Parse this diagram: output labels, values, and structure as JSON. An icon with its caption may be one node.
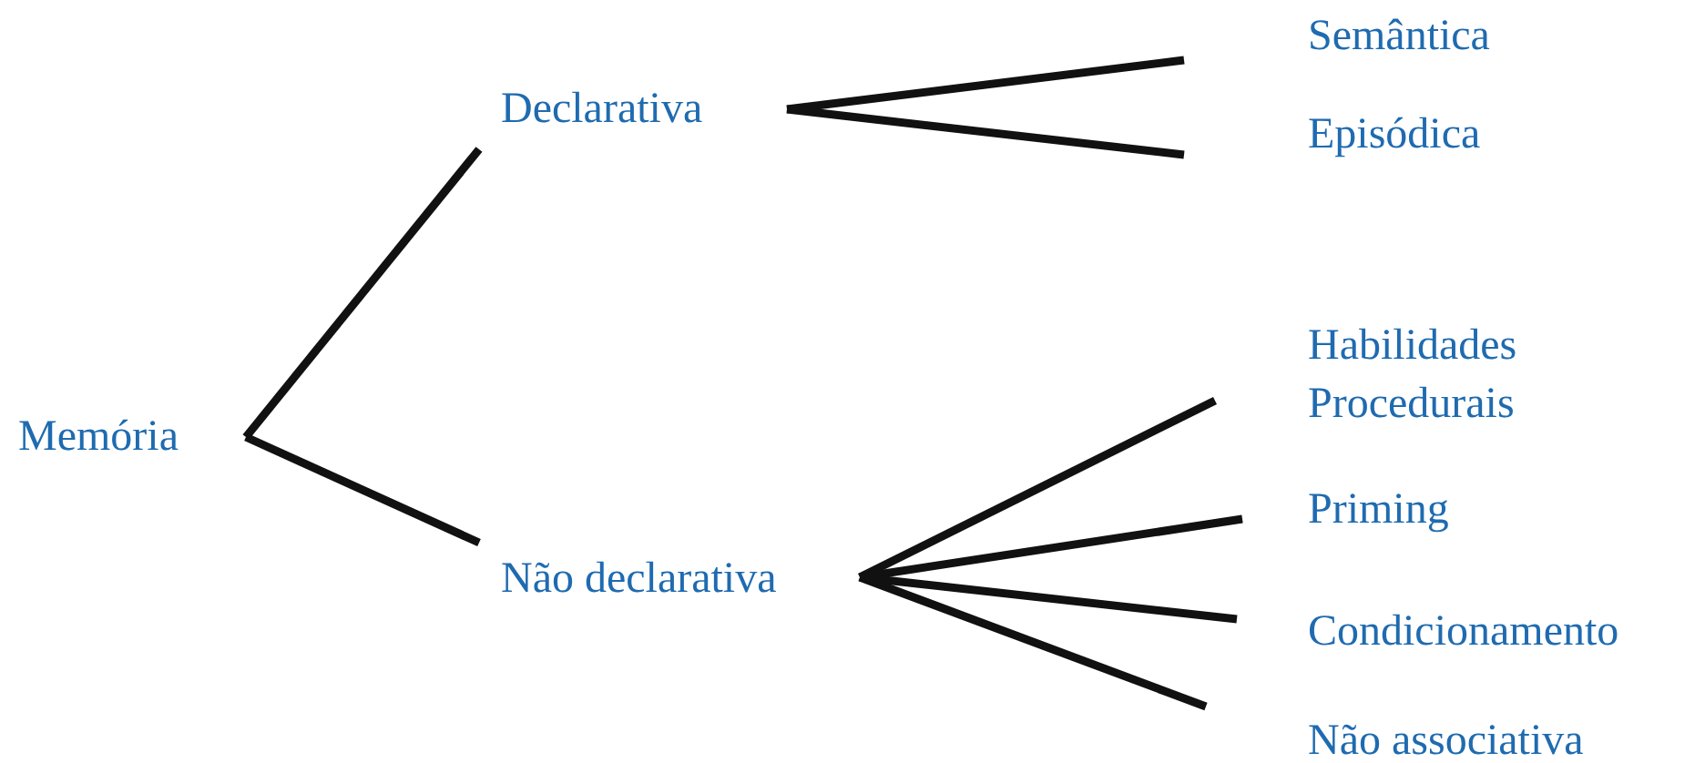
{
  "diagram": {
    "nodes": [
      {
        "text": [
          "Memória"
        ]
      },
      {
        "text": [
          "Declarativa"
        ]
      },
      {
        "text": [
          "Não declarativa"
        ]
      },
      {
        "text": [
          "Semântica"
        ]
      },
      {
        "text": [
          "Episódica"
        ]
      },
      {
        "text": [
          "Habilidades Procedurais"
        ]
      },
      {
        "text": [
          "Priming"
        ]
      },
      {
        "text": [
          "Condicionamento"
        ]
      },
      {
        "text": [
          "Não associativa"
        ]
      }
    ],
    "edges": [
      {
        "from": 0,
        "to": 1,
        "arrow": "none"
      },
      {
        "from": 0,
        "to": 2,
        "arrow": "none"
      },
      {
        "from": 1,
        "to": 3,
        "arrow": "none"
      },
      {
        "from": 1,
        "to": 4,
        "arrow": "none"
      },
      {
        "from": 2,
        "to": 5,
        "arrow": "none"
      },
      {
        "from": 2,
        "to": 6,
        "arrow": "none"
      },
      {
        "from": 2,
        "to": 7,
        "arrow": "none"
      },
      {
        "from": 2,
        "to": 8,
        "arrow": "none"
      }
    ]
  }
}
